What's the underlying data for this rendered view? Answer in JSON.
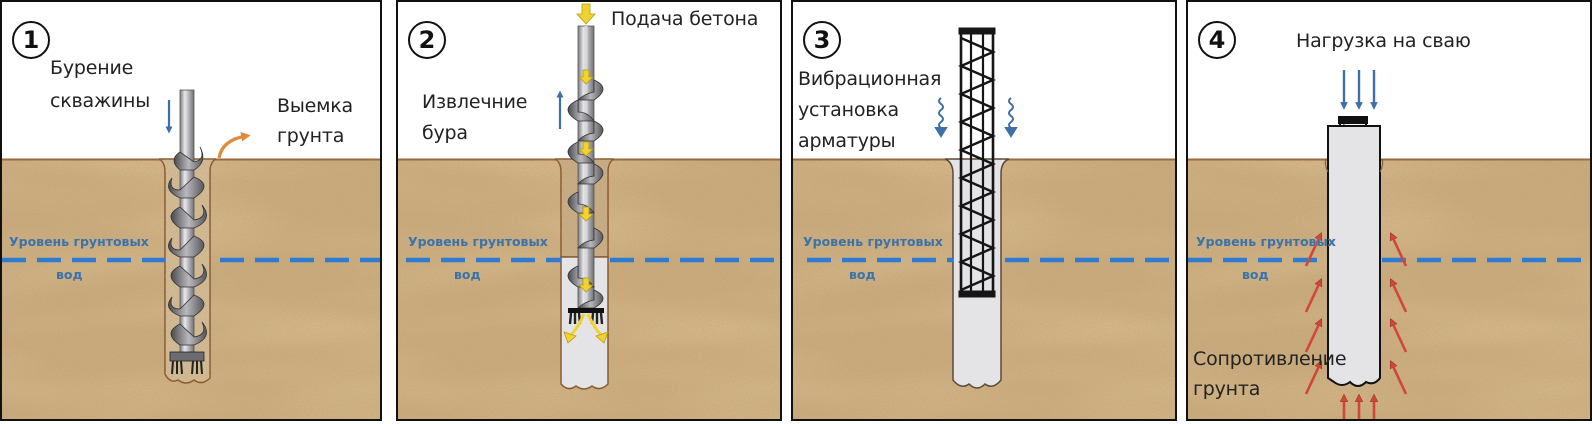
{
  "colors": {
    "soil": "#c9aa7c",
    "soil_dark": "#b08a58",
    "soil_edge": "#8a5a30",
    "water_line": "#2f7bd0",
    "water_text": "#3b72a8",
    "concrete": "#e4e4e6",
    "steel": "#a9a9ad",
    "blue_arrow": "#3f6fa6",
    "orange_arrow": "#e08a3c",
    "yellow_arrow": "#f2d230",
    "red_arrow": "#d0473a",
    "border": "#111111"
  },
  "water_level": {
    "line1": "Уровень грунтовых",
    "line2": "вод"
  },
  "panels": [
    {
      "step": "1",
      "labels": {
        "drilling_1": "Бурение",
        "drilling_2": "скважины",
        "excavation_1": "Выемка",
        "excavation_2": "грунта"
      },
      "icons": [
        "down-arrow-icon",
        "curved-arrow-icon",
        "auger-icon"
      ]
    },
    {
      "step": "2",
      "labels": {
        "concrete_feed": "Подача бетона",
        "extraction_1": "Извлечние",
        "extraction_2": "бура"
      },
      "icons": [
        "up-arrow-icon",
        "concrete-flow-arrow-icon",
        "hollow-auger-icon"
      ]
    },
    {
      "step": "3",
      "labels": {
        "vibration_1": "Вибрационная",
        "vibration_2": "установка",
        "vibration_3": "арматуры"
      },
      "icons": [
        "wavy-down-arrow-icon",
        "rebar-cage-icon"
      ]
    },
    {
      "step": "4",
      "labels": {
        "load": "Нагрузка на сваю",
        "resistance_1": "Сопротивление",
        "resistance_2": "грунта"
      },
      "icons": [
        "load-arrows-icon",
        "pile-icon",
        "resistance-arrows-icon"
      ]
    }
  ]
}
